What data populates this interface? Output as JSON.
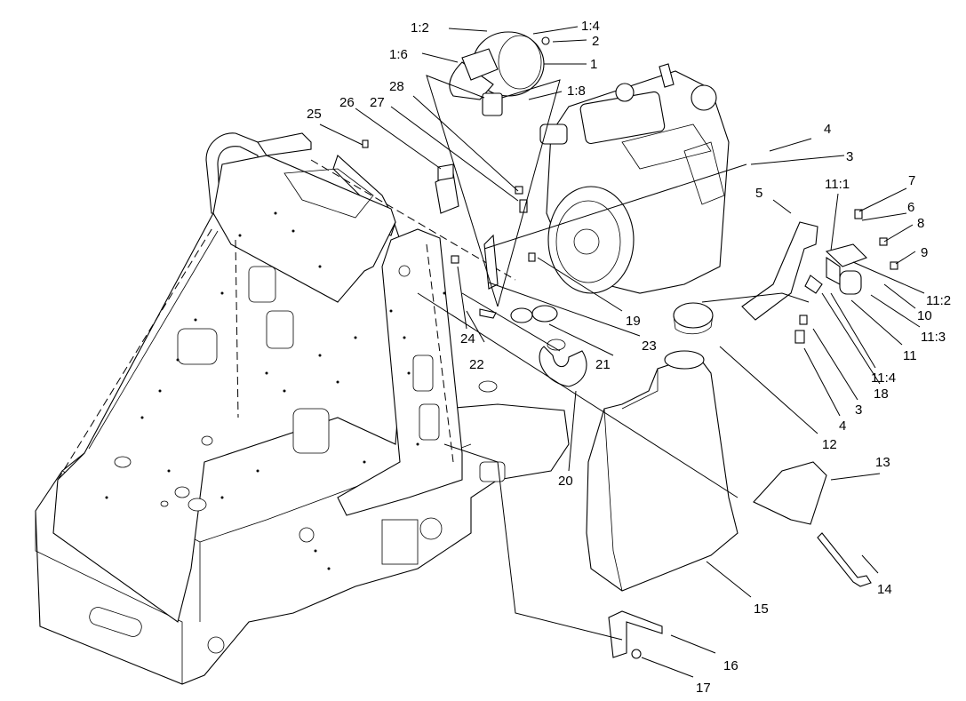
{
  "callouts": [
    {
      "id": "c-1-2",
      "text": "1:2"
    },
    {
      "id": "c-1-4",
      "text": "1:4"
    },
    {
      "id": "c-2",
      "text": "2"
    },
    {
      "id": "c-1-6",
      "text": "1:6"
    },
    {
      "id": "c-1",
      "text": "1"
    },
    {
      "id": "c-28",
      "text": "28"
    },
    {
      "id": "c-1-8",
      "text": "1:8"
    },
    {
      "id": "c-26",
      "text": "26"
    },
    {
      "id": "c-27",
      "text": "27"
    },
    {
      "id": "c-25",
      "text": "25"
    },
    {
      "id": "c-4a",
      "text": "4"
    },
    {
      "id": "c-3a",
      "text": "3"
    },
    {
      "id": "c-11-1",
      "text": "11:1"
    },
    {
      "id": "c-7",
      "text": "7"
    },
    {
      "id": "c-5",
      "text": "5"
    },
    {
      "id": "c-6",
      "text": "6"
    },
    {
      "id": "c-8",
      "text": "8"
    },
    {
      "id": "c-9",
      "text": "9"
    },
    {
      "id": "c-11-2",
      "text": "11:2"
    },
    {
      "id": "c-10",
      "text": "10"
    },
    {
      "id": "c-11-3",
      "text": "11:3"
    },
    {
      "id": "c-11",
      "text": "11"
    },
    {
      "id": "c-11-4",
      "text": "11:4"
    },
    {
      "id": "c-18",
      "text": "18"
    },
    {
      "id": "c-3b",
      "text": "3"
    },
    {
      "id": "c-4b",
      "text": "4"
    },
    {
      "id": "c-19",
      "text": "19"
    },
    {
      "id": "c-23",
      "text": "23"
    },
    {
      "id": "c-24",
      "text": "24"
    },
    {
      "id": "c-22",
      "text": "22"
    },
    {
      "id": "c-21",
      "text": "21"
    },
    {
      "id": "c-20",
      "text": "20"
    },
    {
      "id": "c-12",
      "text": "12"
    },
    {
      "id": "c-13",
      "text": "13"
    },
    {
      "id": "c-14",
      "text": "14"
    },
    {
      "id": "c-15",
      "text": "15"
    },
    {
      "id": "c-16",
      "text": "16"
    },
    {
      "id": "c-17",
      "text": "17"
    }
  ]
}
